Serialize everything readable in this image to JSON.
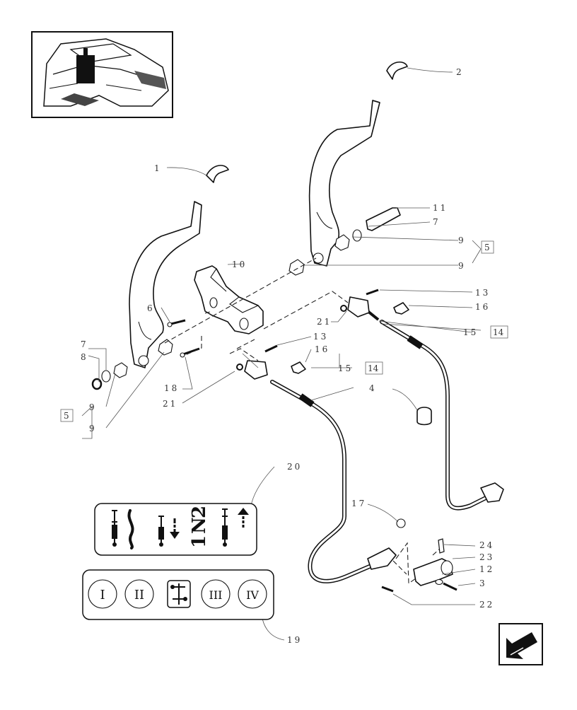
{
  "callouts": {
    "c1": "1",
    "c2": "2",
    "c3": "3",
    "c4": "4",
    "c5a": "5",
    "c5b": "5",
    "c6": "6",
    "c7a": "7",
    "c7b": "7",
    "c8": "8",
    "c9a": "9",
    "c9b": "9",
    "c9c": "9",
    "c9d": "9",
    "c10": "10",
    "c11": "11",
    "c12": "12",
    "c13a": "13",
    "c13b": "13",
    "c14a": "14",
    "c14b": "14",
    "c15a": "15",
    "c15b": "15",
    "c16a": "16",
    "c16b": "16",
    "c17": "17",
    "c18": "18",
    "c19": "19",
    "c20": "20",
    "c21a": "21",
    "c21b": "21",
    "c22": "22",
    "c23": "23",
    "c24": "24"
  },
  "decal_20": {
    "glyph_1": "1",
    "glyph_n": "N",
    "glyph_2": "2"
  },
  "decal_19": {
    "gear_1": "I",
    "gear_2": "II",
    "gear_3": "III",
    "gear_4": "IV"
  },
  "icons": {
    "locator": "tractor-cab-locator-icon",
    "nav": "back-arrow-icon"
  }
}
